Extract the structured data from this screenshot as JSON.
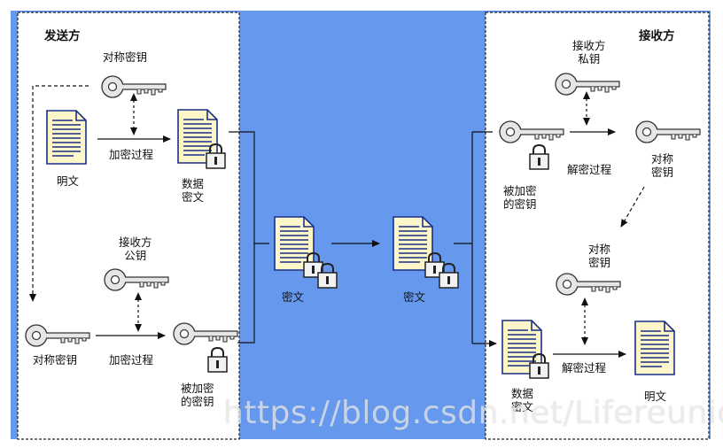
{
  "sender": {
    "title": "发送方",
    "sym_key_top": "对称密钥",
    "plaintext": "明文",
    "encrypt_top": "加密过程",
    "data_cipher": "数据\n密文",
    "recv_pub_key": "接收方\n公钥",
    "sym_key_bottom": "对称密钥",
    "encrypt_bottom": "加密过程",
    "enc_key": "被加密\n的密钥"
  },
  "transit": {
    "cipher_left": "密文",
    "cipher_right": "密文"
  },
  "receiver": {
    "title": "接收方",
    "recv_priv_key": "接收方\n私钥",
    "enc_key": "被加密\n的密钥",
    "decrypt_top": "解密过程",
    "sym_key_right": "对称\n密钥",
    "sym_key_mid": "对称\n密钥",
    "data_cipher": "数据\n密文",
    "decrypt_bottom": "解密过程",
    "plaintext": "明文"
  },
  "watermark": "https://blog.csdn.net/Lifereunion",
  "colors": {
    "background_band": "#6699ee",
    "panel_fill": "#ffffff",
    "doc_fill": "#fdf6c8",
    "doc_lines": "#1a2f8a"
  }
}
